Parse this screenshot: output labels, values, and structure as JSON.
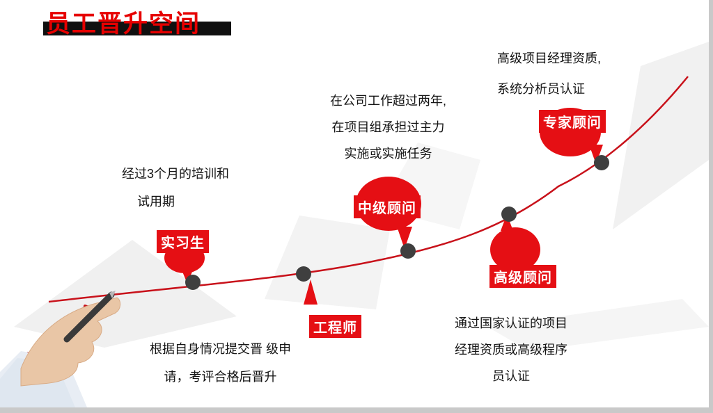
{
  "title": "员工晋升空间",
  "stages": {
    "intern": {
      "label": "实习生"
    },
    "engineer": {
      "label": "工程师"
    },
    "mid": {
      "label": "中级顾问"
    },
    "senior": {
      "label": "高级顾问"
    },
    "expert": {
      "label": "专家顾问"
    }
  },
  "notes": {
    "intern": {
      "lines": [
        "经过3个月的培训和",
        "试用期"
      ]
    },
    "engineer": {
      "lines": [
        "根据自身情况提交晋 级申",
        "请，考评合格后晋升"
      ]
    },
    "mid": {
      "lines": [
        "在公司工作超过两年,",
        "在项目组承担过主力",
        "实施或实施任务"
      ]
    },
    "senior": {
      "lines": [
        "通过国家认证的项目",
        "经理资质或高级程序",
        "员认证"
      ]
    },
    "expert": {
      "lines": [
        "高级项目经理资质,",
        "系统分析员认证"
      ]
    }
  },
  "colors": {
    "accent_red": "#e50f14",
    "curve_red": "#c8111a",
    "dot_gray": "#3f3f3f",
    "title_red": "#e60000"
  }
}
